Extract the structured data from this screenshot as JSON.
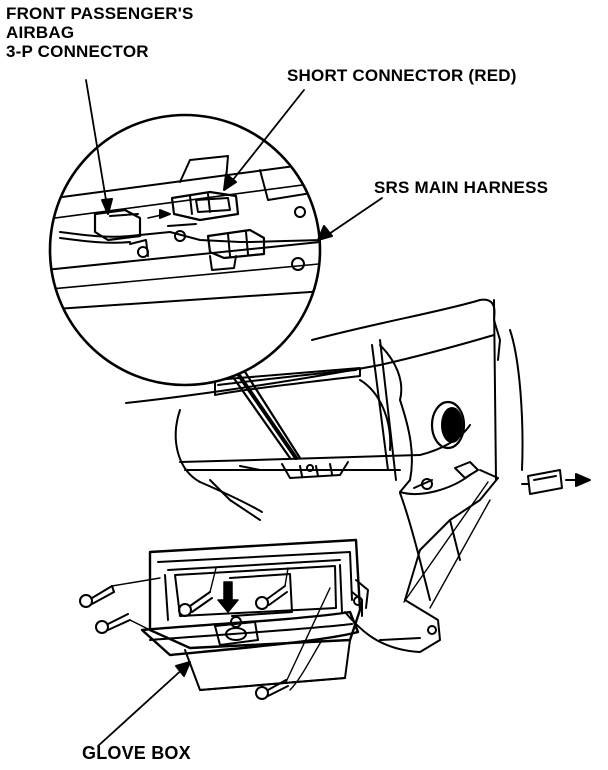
{
  "labels": {
    "airbag_connector": {
      "line1": "FRONT PASSENGER'S",
      "line2": "AIRBAG",
      "line3": "3-P CONNECTOR"
    },
    "short_connector": "SHORT CONNECTOR (RED)",
    "srs_main_harness": "SRS MAIN HARNESS",
    "glove_box": "GLOVE BOX"
  }
}
